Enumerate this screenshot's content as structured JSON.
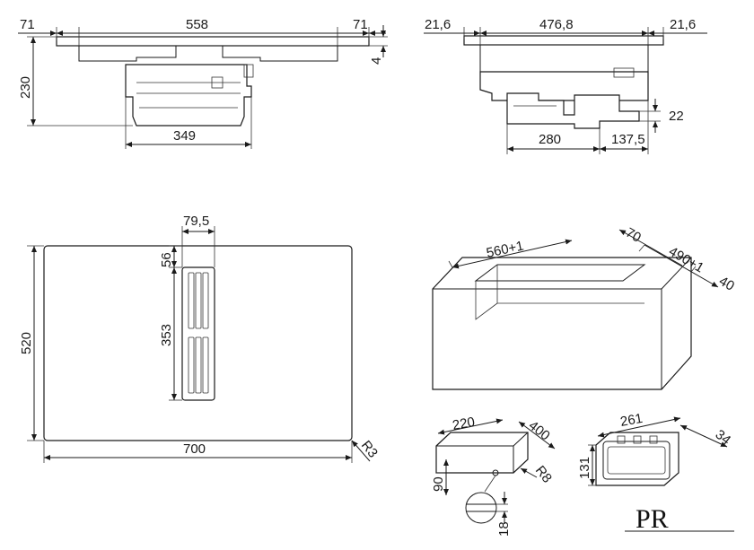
{
  "top_left_view": {
    "d1": "71",
    "d2": "558",
    "d3": "71",
    "d4": "4",
    "d5": "230",
    "d6": "349"
  },
  "top_right_view": {
    "d1": "21,6",
    "d2": "476,8",
    "d3": "21,6",
    "d4": "22",
    "d5": "280",
    "d6": "137,5"
  },
  "plan_view": {
    "d1": "79,5",
    "d2": "56",
    "d3": "353",
    "d4": "520",
    "d5": "700",
    "d6": "R3"
  },
  "cutout_view": {
    "d1": "70",
    "d2": "560+1",
    "d3": "490+1",
    "d4": "40"
  },
  "duct_view": {
    "d1": "220",
    "d2": "400",
    "d3": "90",
    "d4": "R8",
    "d5": "18"
  },
  "flange_view": {
    "d1": "261",
    "d2": "34",
    "d3": "131"
  },
  "logo": {
    "text": "PR"
  }
}
